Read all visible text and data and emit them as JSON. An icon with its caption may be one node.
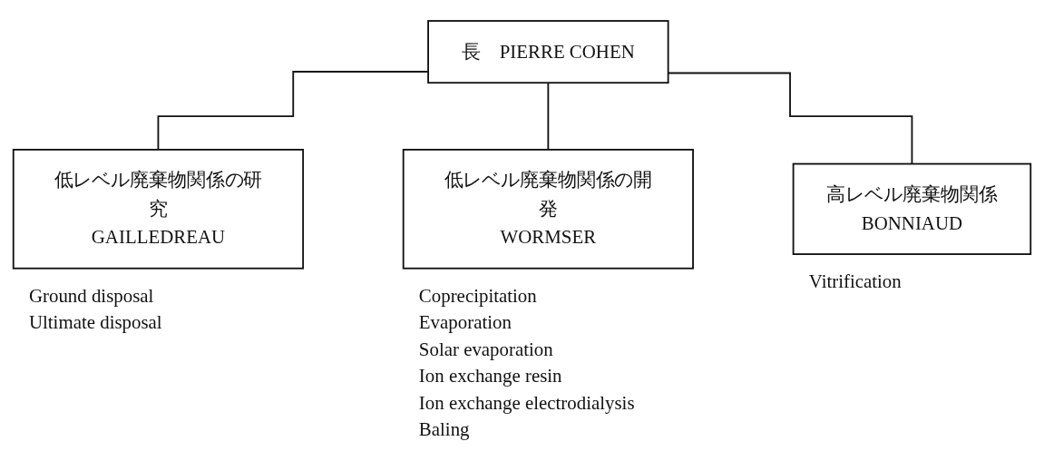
{
  "diagram": {
    "nodes": [
      {
        "text": [
          "長　PIERRE COHEN"
        ]
      },
      {
        "text": [
          "低レベル廃棄物関係の研究",
          "GAILLEDREAU"
        ],
        "beside": [
          "Ground disposal",
          "Ultimate disposal"
        ]
      },
      {
        "text": [
          "低レベル廃棄物関係の開発",
          "WORMSER"
        ],
        "beside": [
          "Coprecipitation",
          "Evaporation",
          "Solar evaporation",
          "Ion exchange resin",
          "Ion exchange electrodialysis",
          "Baling"
        ]
      },
      {
        "text": [
          "高レベル廃棄物関係",
          "BONNIAUD"
        ],
        "beside": [
          "Vitrification"
        ]
      }
    ],
    "edges": [
      {
        "from": 0,
        "to": 1,
        "arrow": "none"
      },
      {
        "from": 0,
        "to": 2,
        "arrow": "none"
      },
      {
        "from": 0,
        "to": 3,
        "arrow": "none"
      }
    ]
  }
}
